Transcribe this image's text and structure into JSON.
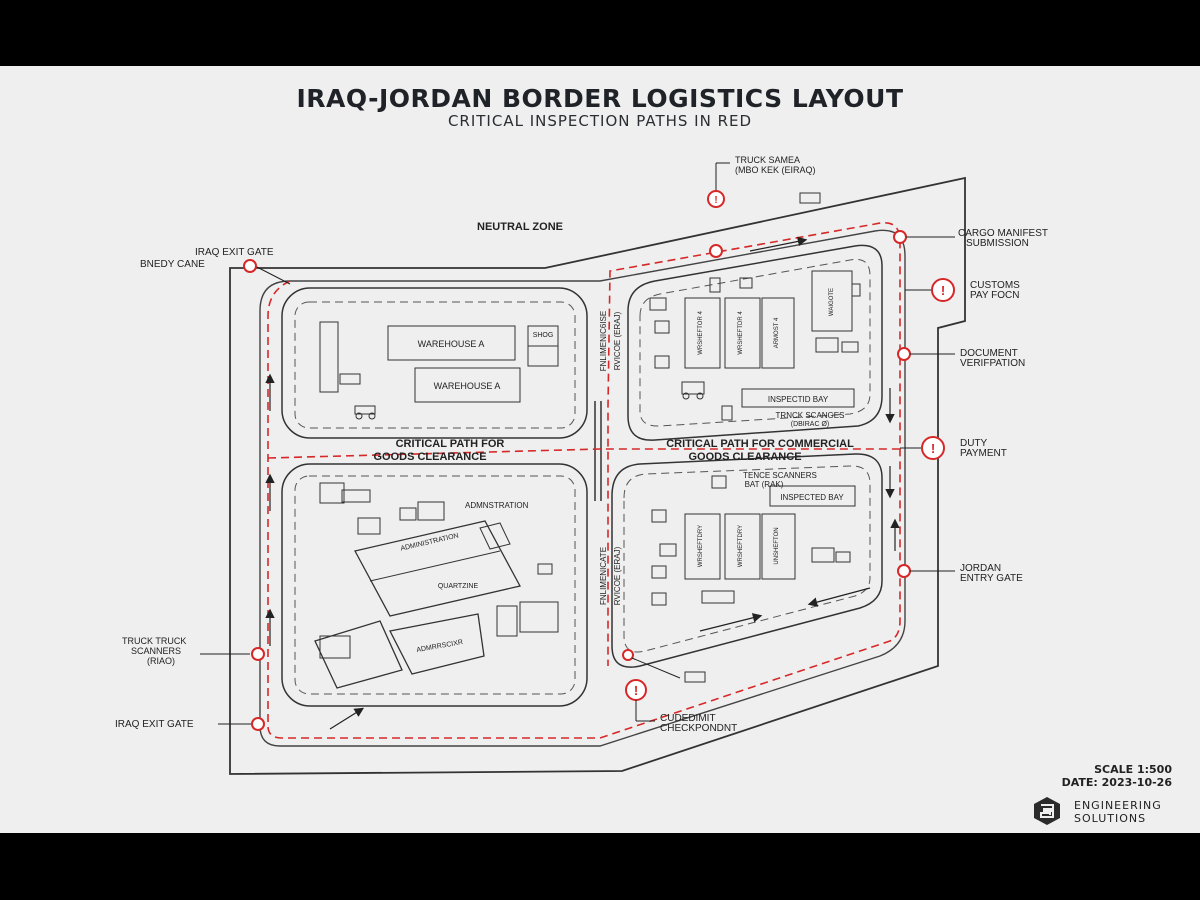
{
  "header": {
    "title": "IRAQ-JORDAN BORDER LOGISTICS LAYOUT",
    "subtitle": "CRITICAL INSPECTION PATHS IN RED"
  },
  "zones": {
    "neutral_zone": "NEUTRAL ZONE",
    "critical_left_1": "CRITICAL PATH FOR",
    "critical_left_2": "GOODS CLEARANCE",
    "critical_right_1": "CRITICAL PATH FOR COMMERCIAL",
    "critical_right_2": "GOODS CLEARANCE"
  },
  "buildings": {
    "warehouse_a_top": "WAREHOUSE A",
    "warehouse_a_bottom": "WAREHOUSE A",
    "shop": "SHOG",
    "administration_label": "ADMNSTRATION",
    "administration_block": "ADMINISTRATION",
    "quarantine": "QUARTZINE",
    "admin_small": "ADMRRSCIXR",
    "inspected_bay_top": "INSPECTID BAY",
    "truck_scanners_top_1": "TRNCK SCANGES",
    "truck_scanners_top_2": "(DBIRAC Ø)",
    "truck_scanners_bottom_1": "TENCE SCANNERS",
    "truck_scanners_bottom_2": "BAT (RAK)",
    "inspected_bay_bottom": "INSPECTED BAY",
    "ne_bay_1": "WRSHEFTOR 4",
    "ne_bay_2": "WRSHEFTDR 4",
    "ne_bay_3": "ARMOST 4",
    "se_bay_1": "WRSHEFTDRY",
    "se_bay_2": "WRSHEFTDRY",
    "se_bay_3": "UNSHEFTON",
    "ne_right_bldg": "WAIGOTE",
    "corridor_top_1": "FNLIMENIC6ISE",
    "corridor_top_2": "RVICOE (ERAJ)",
    "corridor_bottom_1": "FNLIMENICATE",
    "corridor_bottom_2": "RVICOE (ERAJ)"
  },
  "callouts": {
    "truck_scan_top_1": "TRUCK SAMEA",
    "truck_scan_top_2": "(MBO KEK (EIRAQ)",
    "iraq_exit_top_1": "IRAQ EXIT GATE",
    "iraq_exit_top_2": "BNEDY CANE",
    "cargo_1": "CARGO MANIFEST",
    "cargo_2": "SUBMISSION",
    "customs_1": "CUSTOMS",
    "customs_2": "PAY FOCN",
    "doc_1": "DOCUMENT",
    "doc_2": "VERIFPATION",
    "duty_1": "DUTY",
    "duty_2": "PAYMENT",
    "jordan_1": "JORDAN",
    "jordan_2": "ENTRY GATE",
    "truck_scanners_1": "TRUCK TRUCK",
    "truck_scanners_2": "SCANNERS",
    "truck_scanners_3": "(RIAO)",
    "iraq_exit_bottom": "IRAQ EXIT GATE",
    "checkpoint_1": "CUDEDIMIT",
    "checkpoint_2": "CHECKPONDNT"
  },
  "footer": {
    "scale": "SCALE 1:500",
    "date": "DATE: 2023-10-26",
    "company_1": "ENGINEERING",
    "company_2": "SOLUTIONS"
  },
  "colors": {
    "background": "#efefef",
    "ink": "#2b2b2b",
    "critical_path": "#d62828"
  }
}
